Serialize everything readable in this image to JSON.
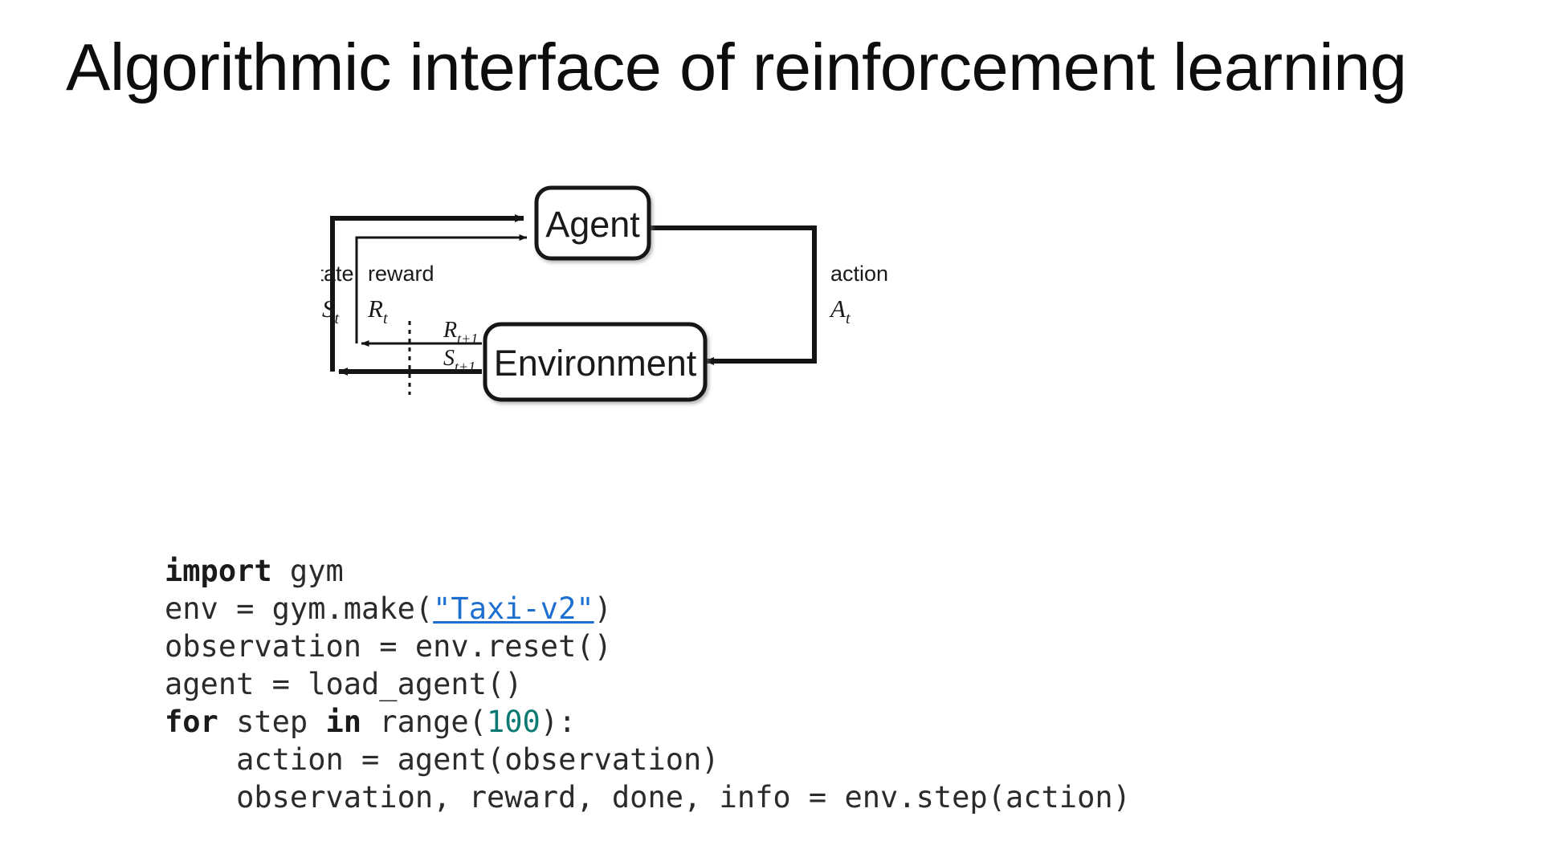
{
  "slide": {
    "title": "Algorithmic interface of reinforcement learning",
    "background_color": "#ffffff",
    "title_color": "#0d0d0d"
  },
  "diagram": {
    "name": "agent-environment-interaction-loop",
    "nodes": [
      {
        "id": "agent",
        "label": "Agent"
      },
      {
        "id": "environment",
        "label": "Environment"
      }
    ],
    "edge_labels": {
      "state_word": "state",
      "state_symbol": "S",
      "state_symbol_sub": "t",
      "reward_word": "reward",
      "reward_symbol": "R",
      "reward_symbol_sub": "t",
      "action_word": "action",
      "action_symbol": "A",
      "action_symbol_sub": "t",
      "next_reward_symbol": "R",
      "next_reward_sub": "t+1",
      "next_state_symbol": "S",
      "next_state_sub": "t+1"
    },
    "stroke_color": "#141414"
  },
  "code": {
    "language": "python",
    "keyword_color": "#1a1a1a",
    "number_color": "#0b7a72",
    "link_color": "#1d6fd0",
    "text_color": "#2b2b2b",
    "lines": [
      {
        "id": "l1",
        "parts": [
          {
            "t": "import",
            "s": "kw"
          },
          {
            "t": " gym",
            "s": ""
          }
        ]
      },
      {
        "id": "l2",
        "parts": [
          {
            "t": "env = gym.make(",
            "s": ""
          },
          {
            "t": "\"Taxi-v2\"",
            "s": "link"
          },
          {
            "t": ")",
            "s": ""
          }
        ]
      },
      {
        "id": "l3",
        "parts": [
          {
            "t": "observation = env.reset()",
            "s": ""
          }
        ]
      },
      {
        "id": "l4",
        "parts": [
          {
            "t": "agent = load_agent()",
            "s": ""
          }
        ]
      },
      {
        "id": "l5",
        "parts": [
          {
            "t": "for",
            "s": "kw"
          },
          {
            "t": " step ",
            "s": ""
          },
          {
            "t": "in",
            "s": "kw"
          },
          {
            "t": " range(",
            "s": ""
          },
          {
            "t": "100",
            "s": "num"
          },
          {
            "t": "):",
            "s": ""
          }
        ]
      },
      {
        "id": "l6",
        "parts": [
          {
            "t": "    action = agent(observation)",
            "s": ""
          }
        ]
      },
      {
        "id": "l7",
        "parts": [
          {
            "t": "    observation, reward, done, info = env.step(action)",
            "s": ""
          }
        ]
      }
    ]
  }
}
